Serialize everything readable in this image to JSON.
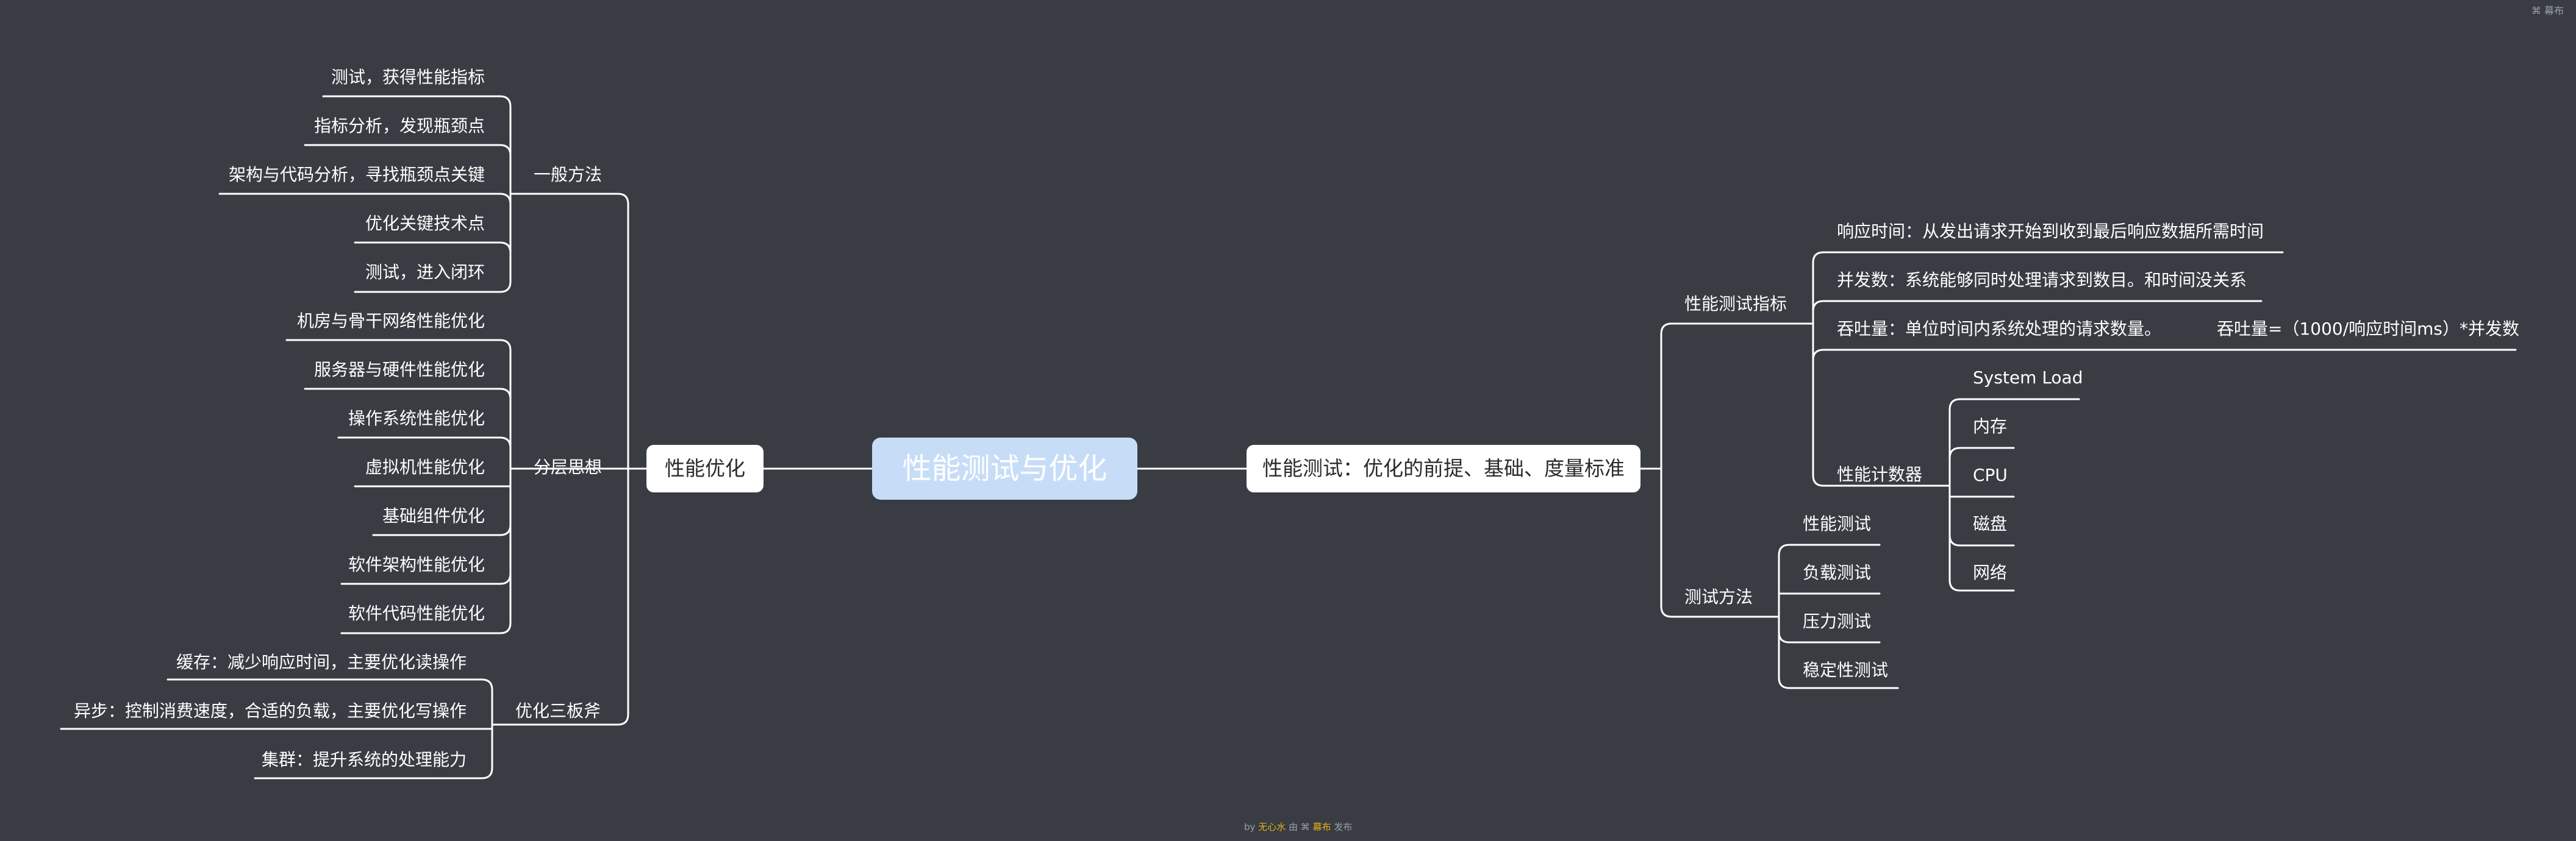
{
  "center": "性能测试与优化",
  "left_main": "性能优化",
  "right_main": "性能测试：优化的前提、基础、度量标准",
  "left": {
    "general": {
      "label": "一般方法",
      "items": [
        "测试，获得性能指标",
        "指标分析，发现瓶颈点",
        "架构与代码分析，寻找瓶颈点关键",
        "优化关键技术点",
        "测试，进入闭环"
      ]
    },
    "layered": {
      "label": "分层思想",
      "items": [
        "机房与骨干网络性能优化",
        "服务器与硬件性能优化",
        "操作系统性能优化",
        "虚拟机性能优化",
        "基础组件优化",
        "软件架构性能优化",
        "软件代码性能优化"
      ]
    },
    "three_axes": {
      "label": "优化三板斧",
      "items": [
        "缓存：减少响应时间，主要优化读操作",
        "异步：控制消费速度，合适的负载，主要优化写操作",
        "集群：提升系统的处理能力"
      ]
    }
  },
  "right": {
    "metrics": {
      "label": "性能测试指标",
      "items": [
        "响应时间：从发出请求开始到收到最后响应数据所需时间",
        "并发数：系统能够同时处理请求到数目。和时间没关系",
        "吞吐量：单位时间内系统处理的请求数量。"
      ],
      "throughput_formula": "吞吐量=（1000/响应时间ms）*并发数",
      "counters": {
        "label": "性能计数器",
        "items": [
          "System Load",
          "内存",
          "CPU",
          "磁盘",
          "网络"
        ]
      }
    },
    "methods": {
      "label": "测试方法",
      "items": [
        "性能测试",
        "负载测试",
        "压力测试",
        "稳定性测试"
      ]
    }
  },
  "footer": {
    "prefix": "by",
    "author": "无心水",
    "via": "由",
    "brand": "幕布",
    "suffix": "发布"
  },
  "corner": {
    "brand": "幕布"
  }
}
